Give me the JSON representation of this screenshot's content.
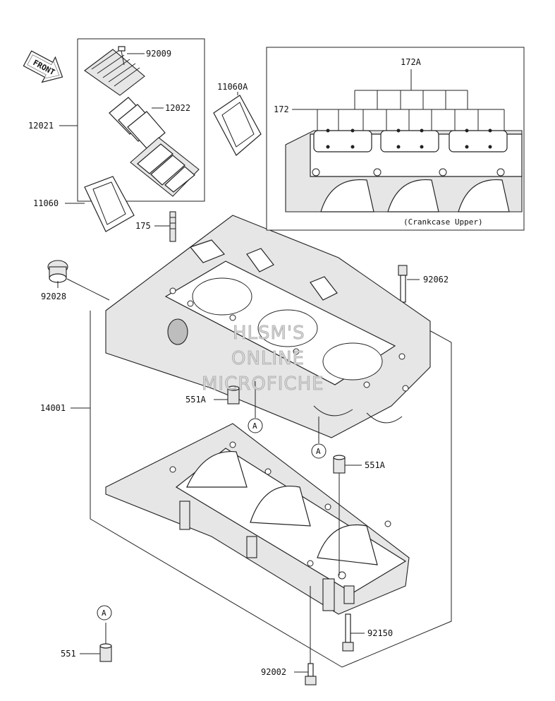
{
  "front_arrow": {
    "label": "FRONT"
  },
  "inset": {
    "caption": "(Crankcase Upper)"
  },
  "callouts": {
    "p92009": "92009",
    "p12022": "12022",
    "p12021": "12021",
    "p11060A": "11060A",
    "p11060": "11060",
    "p175": "175",
    "p92028": "92028",
    "p92062": "92062",
    "p14001": "14001",
    "p551A_left": "551A",
    "p551A_right": "551A",
    "p92150": "92150",
    "p551": "551",
    "p92002": "92002",
    "p172A": "172A",
    "p172": "172"
  },
  "ref_markers": {
    "a1": "A",
    "a2": "A",
    "a3": "A"
  },
  "watermark": {
    "line1": "HLSM'S",
    "line2": "ONLINE",
    "line3": "MICROFICHE"
  }
}
